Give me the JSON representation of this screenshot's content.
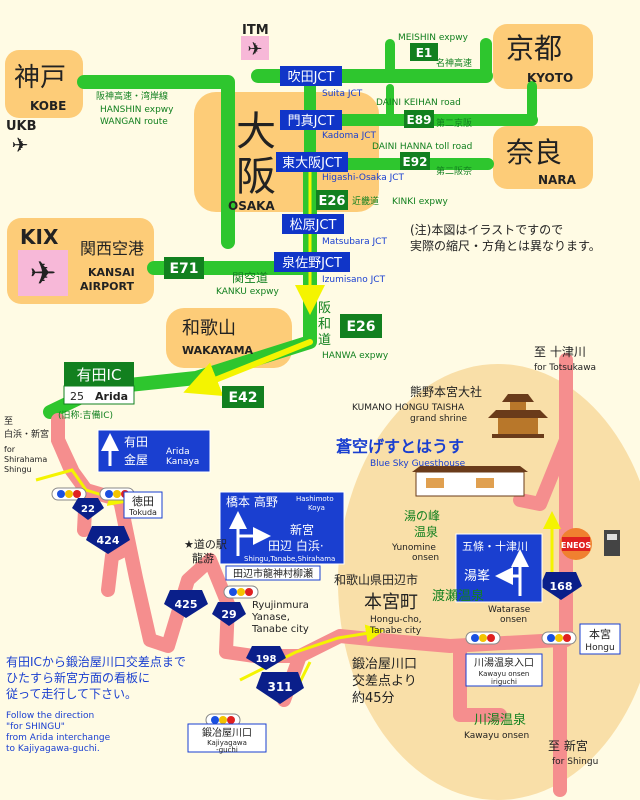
{
  "regions": {
    "kobe": {
      "ja": "神戸",
      "en": "KOBE"
    },
    "kyoto": {
      "ja": "京都",
      "en": "KYOTO"
    },
    "nara": {
      "ja": "奈良",
      "en": "NARA"
    },
    "osaka": {
      "ja1": "大",
      "ja2": "阪",
      "en": "OSAKA"
    },
    "kix": {
      "code": "KIX",
      "ja": "関西空港",
      "en1": "KANSAI",
      "en2": "AIRPORT"
    },
    "wakayama": {
      "ja": "和歌山",
      "en": "WAKAYAMA"
    }
  },
  "airports": {
    "itm": "ITM",
    "ukb": "UKB"
  },
  "junctions": {
    "suita": {
      "ja": "吹田JCT",
      "en": "Suita JCT"
    },
    "kadoma": {
      "ja": "門真JCT",
      "en": "Kadoma JCT"
    },
    "higashi_osaka": {
      "ja": "東大阪JCT",
      "en": "Higashi-Osaka JCT"
    },
    "matsubara": {
      "ja": "松原JCT",
      "en": "Matsubara JCT"
    },
    "izumisano": {
      "ja": "泉佐野JCT",
      "en": "Izumisano JCT"
    }
  },
  "routes": {
    "e1": "E1",
    "e89": "E89",
    "e92": "E92",
    "e26a": "E26",
    "e26b": "E26",
    "e71": "E71",
    "e42": "E42",
    "meishin_en": "MEISHIN expwy",
    "meishin_ja": "名神高速",
    "daini_keihan_en": "DAINI KEIHAN road",
    "daini_keihan_ja": "第二京阪",
    "daini_hanna_en": "DAINI HANNA toll road",
    "daini_hanna_ja": "第二阪奈",
    "kinki_ja": "近畿道",
    "kinki_en": "KINKI expwy",
    "hanshin_ja": "阪神高速・湾岸線",
    "hanshin_en1": "HANSHIN expwy",
    "hanshin_en2": "WANGAN route",
    "kanku_ja": "関空道",
    "kanku_en": "KANKU expwy",
    "hanwa_ja1": "阪",
    "hanwa_ja2": "和",
    "hanwa_ja3": "道",
    "hanwa_en": "HANWA expwy"
  },
  "note": {
    "line1": "(注)本図はイラストですので",
    "line2": "実際の縮尺・方角とは異なります。"
  },
  "arida_ic": {
    "ja": "有田IC",
    "num": "25",
    "en": "Arida",
    "old": "(旧称:吉備IC)"
  },
  "sign_arida": {
    "ja1": "有田",
    "ja2": "金屋",
    "en1": "Arida",
    "en2": "Kanaya"
  },
  "sign_hashimoto": {
    "ja1": "橋本 高野",
    "en1": "Hashimoto",
    "en1b": "Koya",
    "ja2": "新宮",
    "ja3": "田辺 白浜·",
    "en2": "Shingu,Tanabe,Shirahama"
  },
  "shirahama": {
    "to": "至",
    "ja": "白浜・新宮",
    "en1": "for",
    "en2": "Shirahama",
    "en3": "Shingu"
  },
  "totsukawa": {
    "ja": "至 十津川",
    "en": "for Totsukawa"
  },
  "shingu_bottom": {
    "ja": "至 新宮",
    "en": "for Shingu"
  },
  "places": {
    "tokuda_ja": "徳田",
    "tokuda_en": "Tokuda",
    "michinoeki": "★道の駅",
    "ryuyu": "龍游",
    "ryujin_ja": "田辺市龍神村柳瀬",
    "ryujin_en1": "Ryujinmura",
    "ryujin_en2": "Yanase,",
    "ryujin_en3": "Tanabe city",
    "kumano_ja": "熊野本宮大社",
    "kumano_en1": "KUMANO HONGU TAISHA",
    "kumano_en2": "grand shrine",
    "guesthouse_ja": "蒼空げすとはうす",
    "guesthouse_en": "Blue Sky Guesthouse",
    "yunomine_ja1": "湯の峰",
    "yunomine_ja2": "温泉",
    "yunomine_en1": "Yunomine",
    "yunomine_en2": "onsen",
    "tanabe_pref": "和歌山県田辺市",
    "hongucho_ja": "本宮町",
    "hongucho_en1": "Hongu-cho,",
    "hongucho_en2": "Tanabe city",
    "watarase_ja": "渡瀬温泉",
    "watarase_en1": "Watarase",
    "watarase_en2": "onsen",
    "hongu_box_ja": "本宮",
    "hongu_box_en": "Hongu",
    "kawayu_iri_ja": "川湯温泉入口",
    "kawayu_iri_en1": "Kawayu onsen",
    "kawayu_iri_en2": "iriguchi",
    "kawayu_ja": "川湯温泉",
    "kawayu_en": "Kawayu onsen",
    "kajiya_ja": "鍛冶屋川口",
    "kajiya_en1": "Kajiyagawa",
    "kajiya_en2": "-guchi",
    "kajiya_time1": "鍛冶屋川口",
    "kajiya_time2": "交差点より",
    "kajiya_time3": "約45分"
  },
  "sign_goju": {
    "ja1": "五條・十津川",
    "ja2": "湯峯"
  },
  "eneos": "ENEOS",
  "national_routes": {
    "r22": "22",
    "r424": "424",
    "r425": "425",
    "r29": "29",
    "r198": "198",
    "r311": "311",
    "r168": "168"
  },
  "directions": {
    "ja1": "有田ICから鍛治屋川口交差点まで",
    "ja2": "ひたすら新宮方面の看板に",
    "ja3": "従って走行して下さい。",
    "en1": "Follow the direction",
    "en2": "\"for SHINGU\"",
    "en3": "from Arida interchange",
    "en4": "to Kajiyagawa-guchi."
  },
  "colors": {
    "expressway": "#2ec62e",
    "localroad": "#f58e8e",
    "region": "#fdcc78",
    "junction": "#1035c8",
    "route_badge": "#12801f",
    "arrow": "#f4f400",
    "sign_blue": "#1a3fd0",
    "ellipse": "#f9dfa8"
  }
}
